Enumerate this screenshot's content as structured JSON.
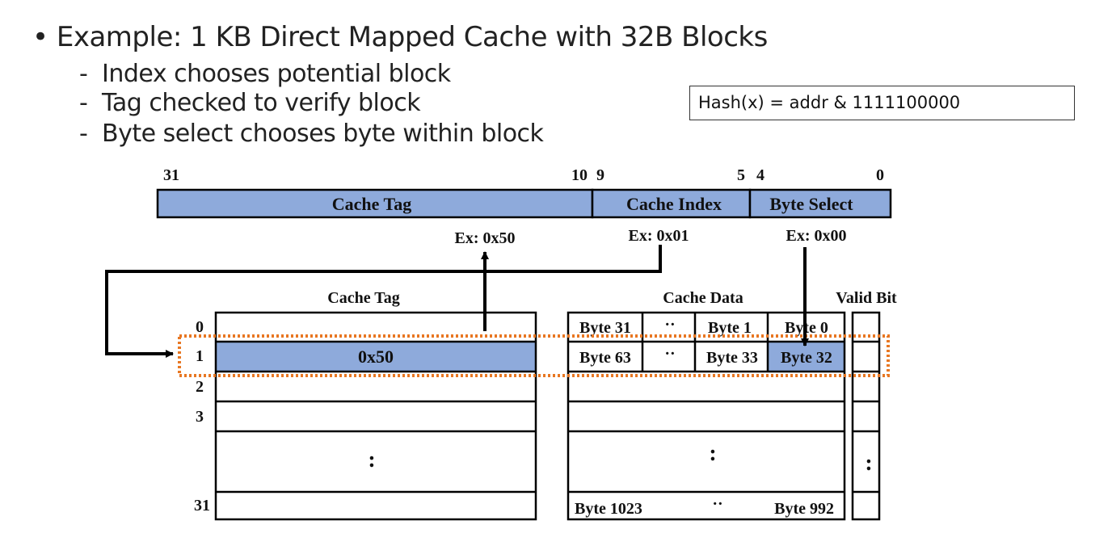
{
  "bullets": {
    "main": "• Example: 1 KB Direct Mapped Cache with 32B Blocks",
    "subs": [
      "Index chooses potential block",
      "Tag checked to verify block",
      "Byte select chooses byte within block"
    ],
    "dash": "-"
  },
  "hash_box": "Hash(x) = addr & 1111100000",
  "address": {
    "bit_labels": [
      "31",
      "10",
      "9",
      "5",
      "4",
      "0"
    ],
    "fields": [
      "Cache Tag",
      "Cache Index",
      "Byte Select"
    ],
    "examples": [
      "Ex: 0x50",
      "Ex: 0x01",
      "Ex: 0x00"
    ]
  },
  "cache": {
    "tag_header": "Cache Tag",
    "data_header": "Cache Data",
    "valid_header": "Valid Bit",
    "row_labels": [
      "0",
      "1",
      "2",
      "3",
      "31"
    ],
    "tag_value": "0x50",
    "row0": [
      "Byte 31",
      "··",
      "Byte 1",
      "Byte 0"
    ],
    "row1": [
      "Byte 63",
      "··",
      "Byte 33",
      "Byte 32"
    ],
    "row_last": [
      "Byte 1023",
      "··",
      "Byte 992"
    ],
    "ellipsis": ":",
    "ellipsis_h": "·"
  },
  "colors": {
    "field_fill": "#8eaadb",
    "highlight_border": "#e87722",
    "line": "#000000"
  }
}
